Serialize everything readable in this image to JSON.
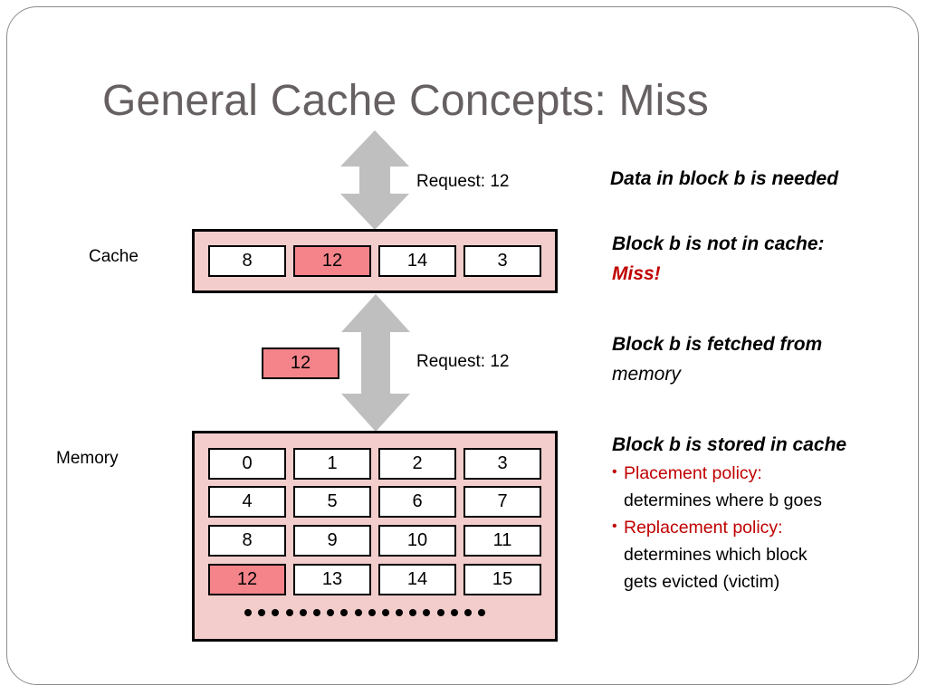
{
  "title": "General Cache Concepts: Miss",
  "top_arrow_label": "Request: 12",
  "middle_arrow_label": "Request: 12",
  "cache": {
    "label": "Cache",
    "blocks": [
      "8",
      "12",
      "14",
      "3"
    ],
    "highlighted_block": "12"
  },
  "fetched_block": "12",
  "memory": {
    "label": "Memory",
    "rows": [
      [
        "0",
        "1",
        "2",
        "3"
      ],
      [
        "4",
        "5",
        "6",
        "7"
      ],
      [
        "8",
        "9",
        "10",
        "11"
      ],
      [
        "12",
        "13",
        "14",
        "15"
      ]
    ],
    "highlighted_block": "12",
    "continuation": "ellipsis-dots"
  },
  "steps": {
    "step1": "Data in block b is needed",
    "step2_line1": "Block b is not in cache:",
    "step2_line2": "Miss!",
    "step3_line1": "Block b is fetched from",
    "step3_line2": "memory",
    "step4": "Block b is stored in cache",
    "bullet1_title": "Placement policy:",
    "bullet1_body": "determines where b goes",
    "bullet2_title": "Replacement policy:",
    "bullet2_body_line1": "determines which block",
    "bullet2_body_line2": "gets evicted (victim)"
  },
  "colors": {
    "title": "#666061",
    "panel_fill": "#f2cdcc",
    "highlight": "#f5848a",
    "arrow": "#bfbfbf",
    "accent_red": "#c00000"
  }
}
